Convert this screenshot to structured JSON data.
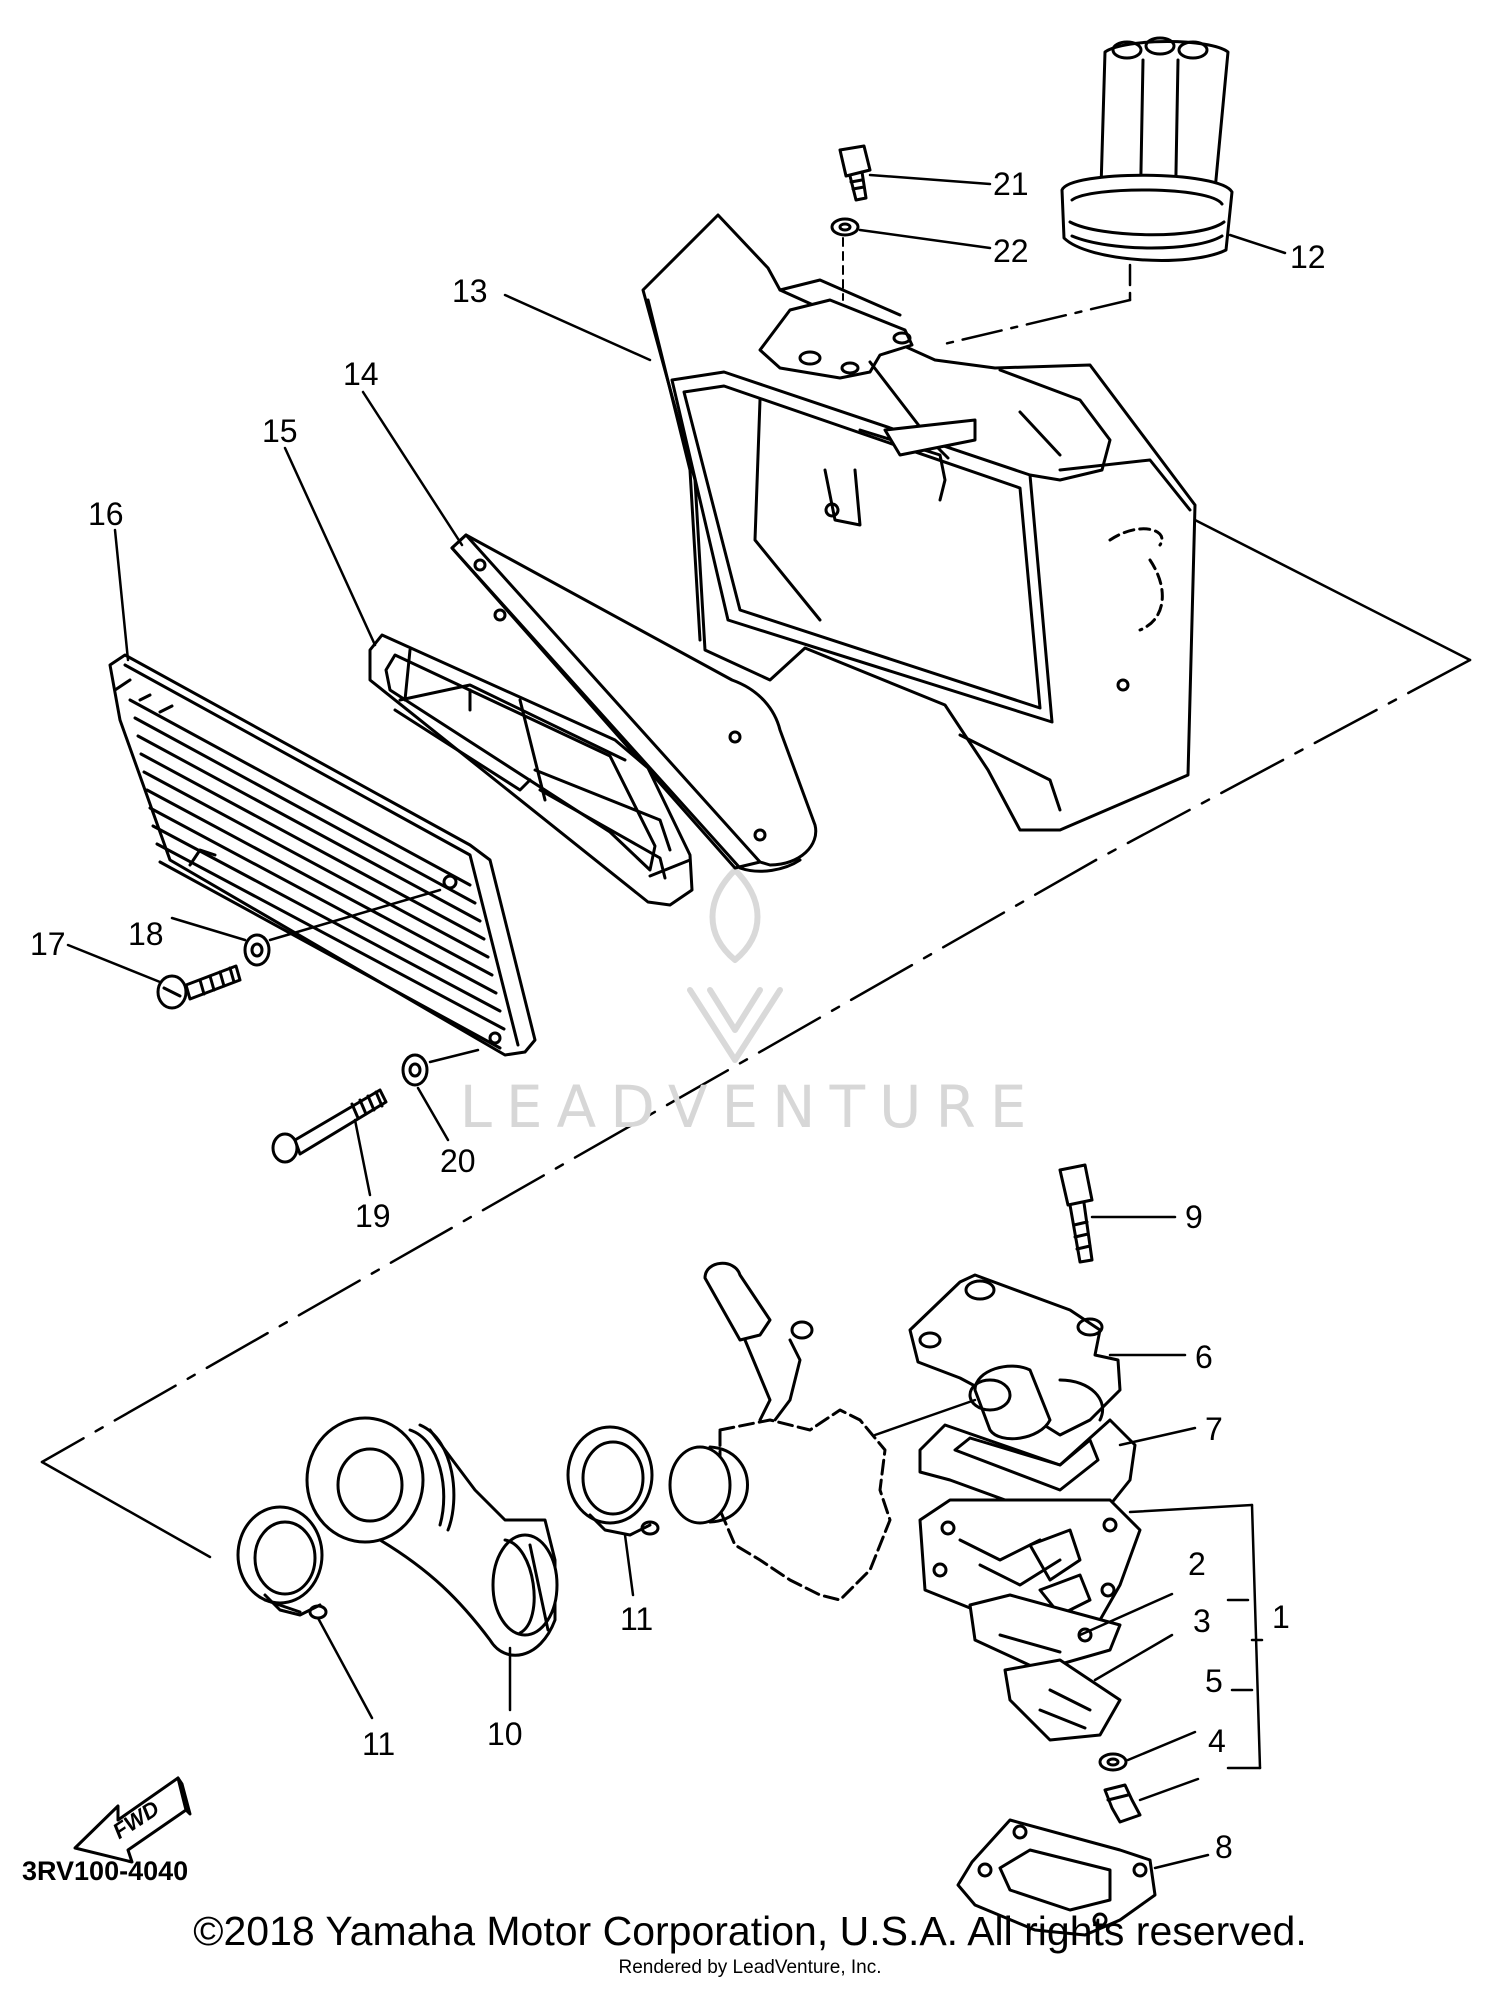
{
  "diagram": {
    "code": "3RV100-4040",
    "fwd_label": "FWD",
    "watermark_text": "LEADVENTURE",
    "callouts": [
      "21",
      "22",
      "12",
      "13",
      "14",
      "15",
      "16",
      "18",
      "17",
      "20",
      "19",
      "9",
      "6",
      "7",
      "2",
      "3",
      "1",
      "5",
      "4",
      "8",
      "10",
      "11",
      "11"
    ]
  },
  "footer": {
    "copyright": "©2018 Yamaha Motor Corporation, U.S.A. All rights reserved.",
    "rendered_by": "Rendered by LeadVenture, Inc."
  }
}
